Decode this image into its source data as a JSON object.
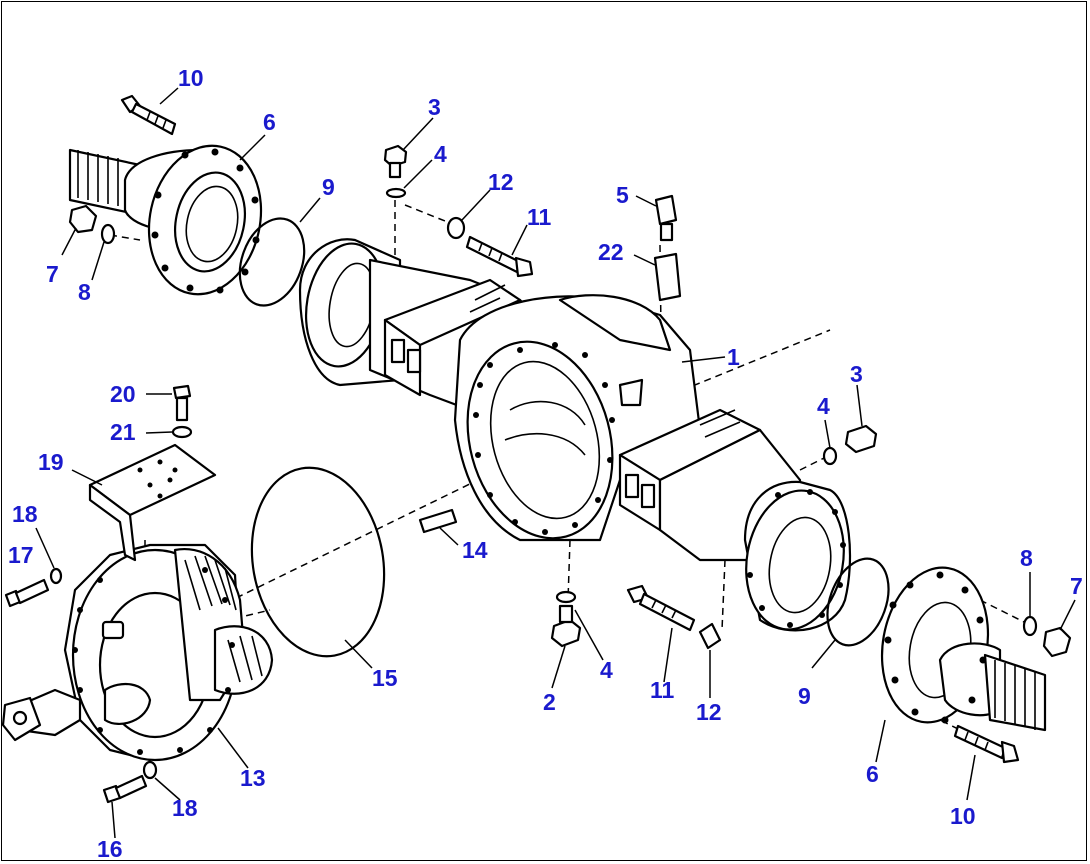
{
  "diagram": {
    "label_color": "#1a1acd",
    "line_color": "#000000",
    "callouts": [
      {
        "id": "c10a",
        "text": "10"
      },
      {
        "id": "c6a",
        "text": "6"
      },
      {
        "id": "c7a",
        "text": "7"
      },
      {
        "id": "c8a",
        "text": "8"
      },
      {
        "id": "c9a",
        "text": "9"
      },
      {
        "id": "c3a",
        "text": "3"
      },
      {
        "id": "c4a",
        "text": "4"
      },
      {
        "id": "c12a",
        "text": "12"
      },
      {
        "id": "c11a",
        "text": "11"
      },
      {
        "id": "c5",
        "text": "5"
      },
      {
        "id": "c22",
        "text": "22"
      },
      {
        "id": "c1",
        "text": "1"
      },
      {
        "id": "c3b",
        "text": "3"
      },
      {
        "id": "c4b",
        "text": "4"
      },
      {
        "id": "c20",
        "text": "20"
      },
      {
        "id": "c21",
        "text": "21"
      },
      {
        "id": "c19",
        "text": "19"
      },
      {
        "id": "c18a",
        "text": "18"
      },
      {
        "id": "c17",
        "text": "17"
      },
      {
        "id": "c14",
        "text": "14"
      },
      {
        "id": "c15",
        "text": "15"
      },
      {
        "id": "c2",
        "text": "2"
      },
      {
        "id": "c4c",
        "text": "4"
      },
      {
        "id": "c11b",
        "text": "11"
      },
      {
        "id": "c12b",
        "text": "12"
      },
      {
        "id": "c9b",
        "text": "9"
      },
      {
        "id": "c8b",
        "text": "8"
      },
      {
        "id": "c7b",
        "text": "7"
      },
      {
        "id": "c6b",
        "text": "6"
      },
      {
        "id": "c10b",
        "text": "10"
      },
      {
        "id": "c13",
        "text": "13"
      },
      {
        "id": "c18b",
        "text": "18"
      },
      {
        "id": "c16",
        "text": "16"
      }
    ]
  }
}
